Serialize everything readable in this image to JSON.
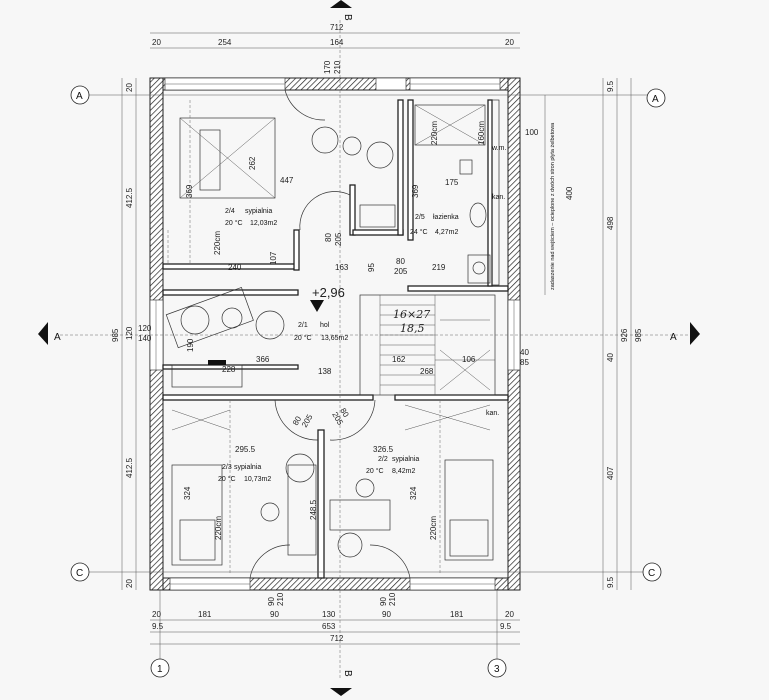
{
  "dimensions": {
    "top_total": "712",
    "top_segments": [
      "20",
      "254",
      "164",
      "20"
    ],
    "top_door": [
      "170",
      "210"
    ],
    "bottom_segments": [
      "20",
      "181",
      "90",
      "130",
      "90",
      "181",
      "20"
    ],
    "bottom_sub": [
      "9.5",
      "653",
      "9.5"
    ],
    "bottom_total": "712",
    "door_90_210": [
      "90",
      "210"
    ],
    "left_segments": [
      "20",
      "412.5",
      "120",
      "412.5",
      "20"
    ],
    "left_total": "985",
    "left_small": [
      "120",
      "140"
    ],
    "right_segments": [
      "9.5",
      "498",
      "40",
      "407",
      "9.5"
    ],
    "right_totals": [
      "926",
      "985"
    ],
    "right_small": [
      "40",
      "85"
    ],
    "bath_side": [
      "100",
      "400"
    ],
    "interior": [
      "262",
      "447",
      "369",
      "240",
      "107",
      "163",
      "95",
      "80",
      "205",
      "80",
      "205",
      "219",
      "369",
      "175",
      "160cm",
      "220cm",
      "220cm",
      "190",
      "366",
      "228",
      "138",
      "268",
      "162",
      "106",
      "295.5",
      "326.5",
      "324",
      "324",
      "248.5",
      "220cm",
      "220cm",
      "80",
      "205",
      "80",
      "205"
    ]
  },
  "rooms": [
    {
      "num": "2/4",
      "name": "sypialnia",
      "temp": "20 °C",
      "area": "12,03m2"
    },
    {
      "num": "2/5",
      "name": "łazienka",
      "temp": "24 °C",
      "area": "4,27m2"
    },
    {
      "num": "2/1",
      "name": "hol",
      "temp": "20 °C",
      "area": "13,65m2"
    },
    {
      "num": "2/3",
      "name": "sypialnia",
      "temp": "20 °C",
      "area": "10,73m2"
    },
    {
      "num": "2/2",
      "name": "sypialnia",
      "temp": "20 °C",
      "area": "8,42m2"
    }
  ],
  "labels": {
    "level": "+2,96",
    "stairs_count": "16×27",
    "stairs_height": "18,5",
    "wm": "w.m.",
    "kan1": "kan.",
    "kan2": "kan.",
    "side_note": "zadaszenie nad wejściem – ocieplone z dwóch stron płyta żelbetowa"
  },
  "axes": {
    "rows": [
      "A",
      "A",
      "C",
      "C"
    ],
    "section_a": [
      "A",
      "A"
    ],
    "section_b": [
      "B",
      "B"
    ],
    "columns": [
      "1",
      "3"
    ]
  }
}
